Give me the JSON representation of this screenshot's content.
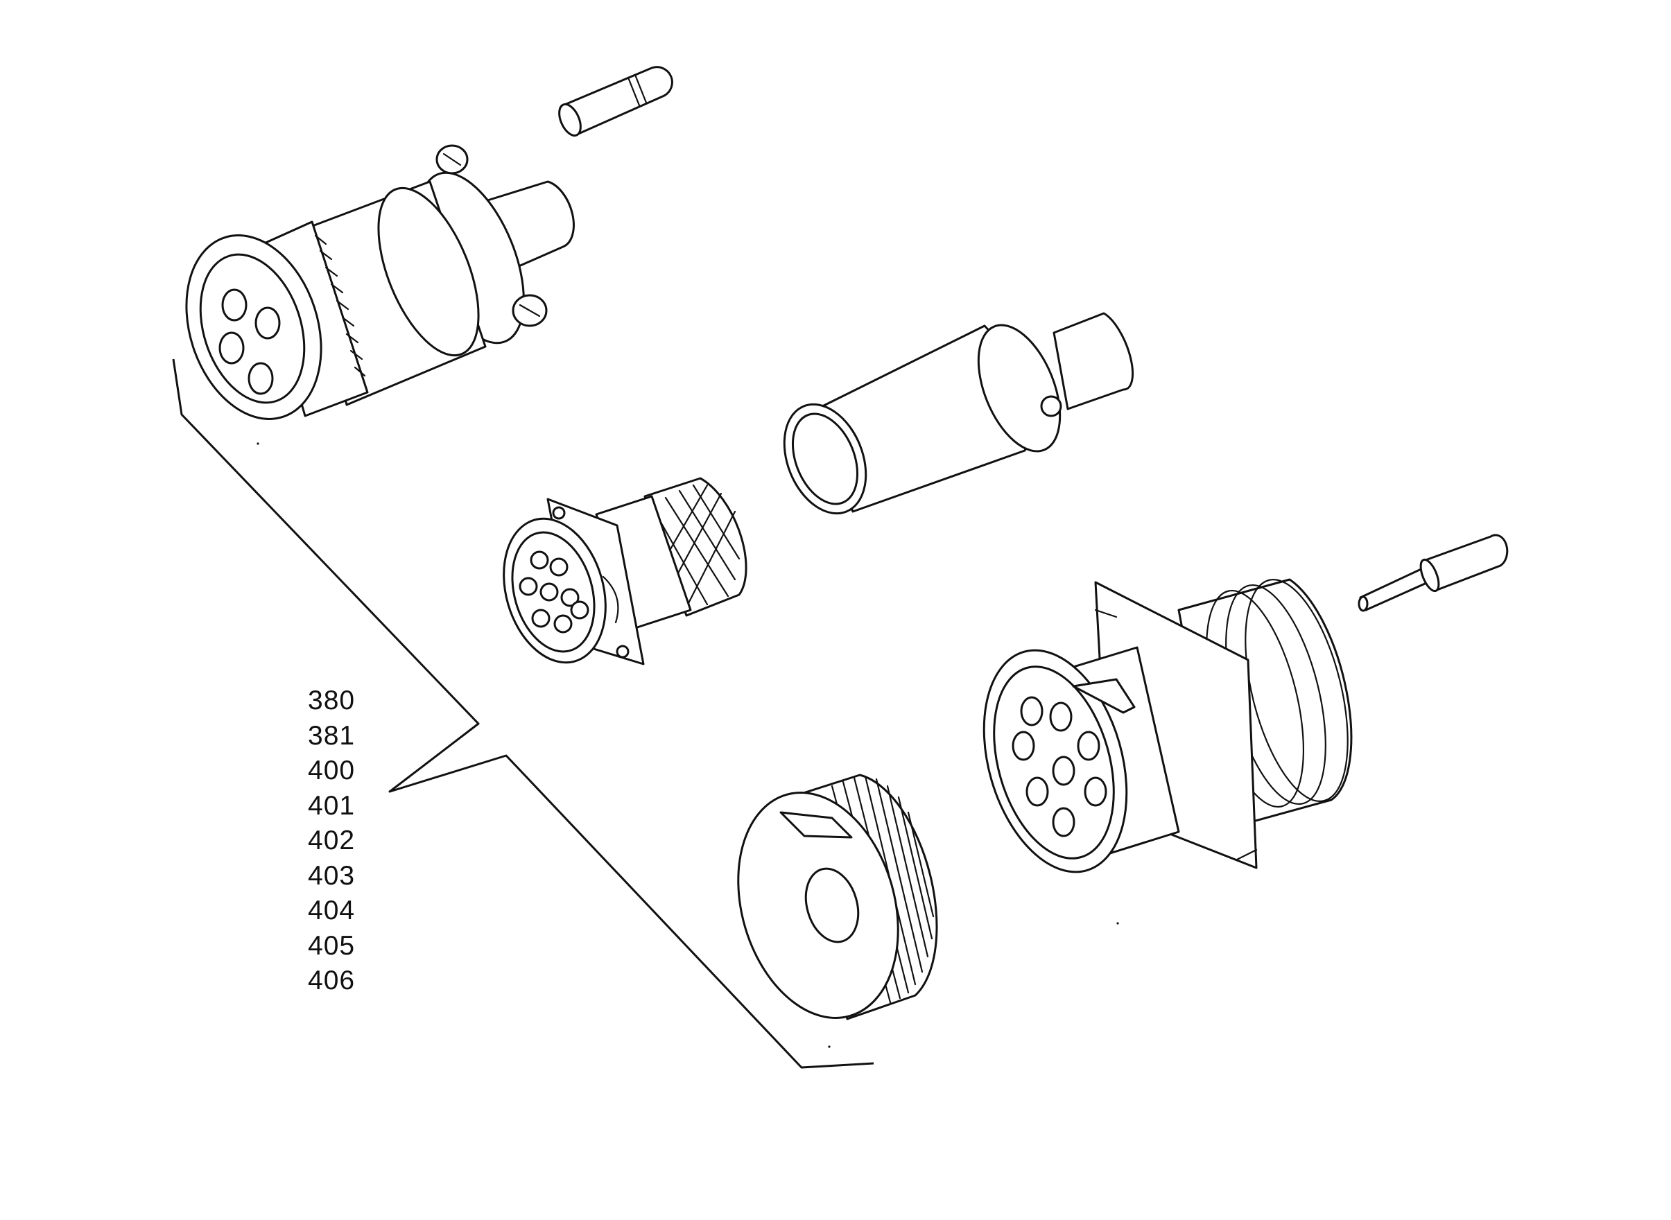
{
  "part_numbers": [
    "380",
    "381",
    "400",
    "401",
    "402",
    "403",
    "404",
    "405",
    "406"
  ],
  "colors": {
    "background": "#ffffff",
    "ink": "#111111"
  }
}
